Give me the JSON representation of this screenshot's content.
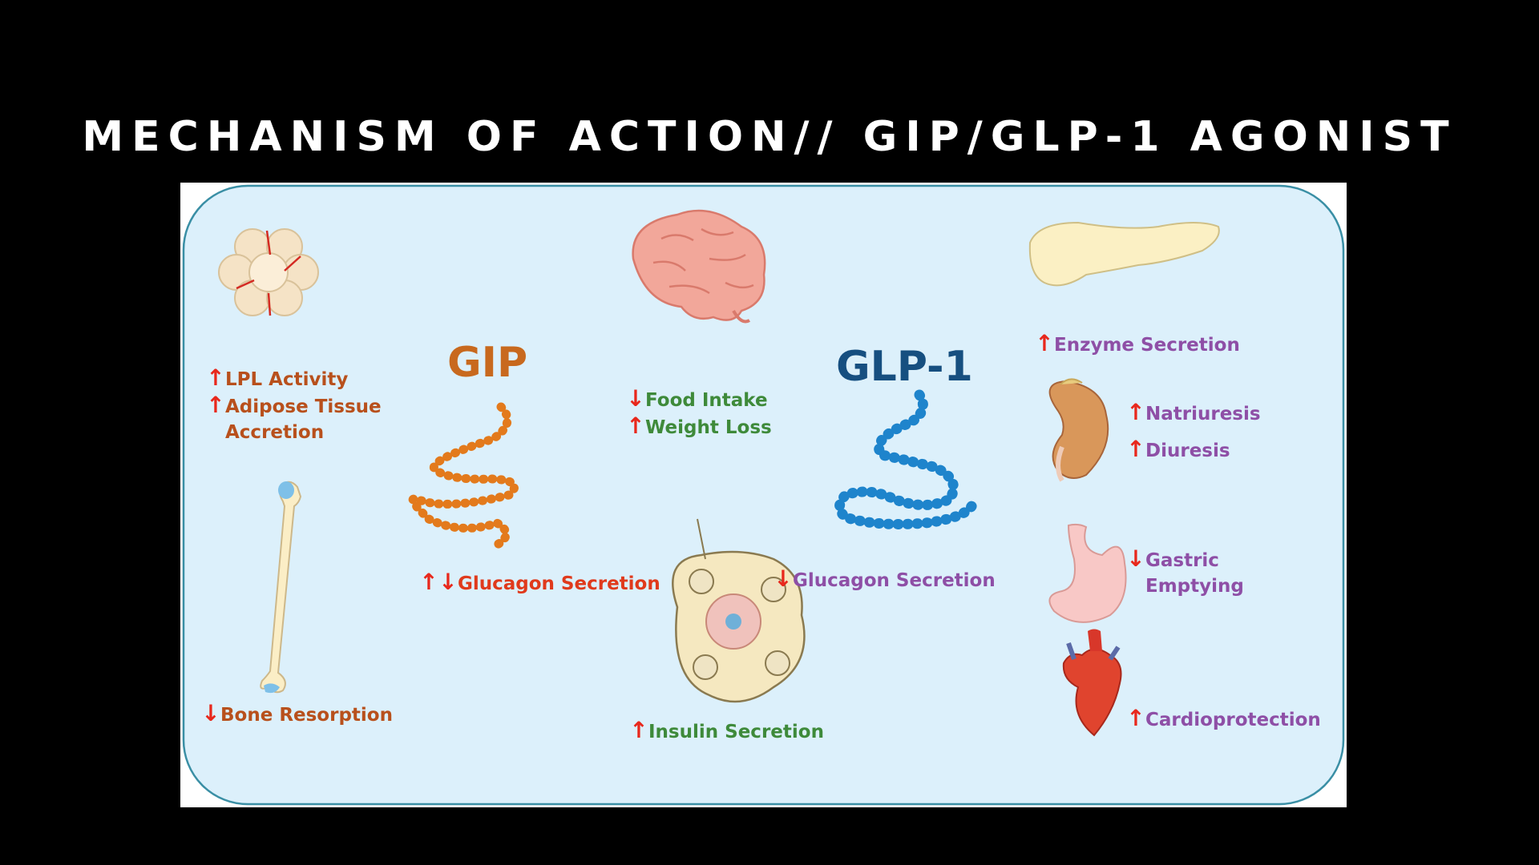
{
  "title": "MECHANISM OF ACTION// GIP/GLP-1 AGONIST",
  "hormones": {
    "gip": "GIP",
    "glp1": "GLP-1"
  },
  "effects": {
    "lpl": "LPL Activity",
    "adipose1": "Adipose Tissue",
    "adipose2": "Accretion",
    "bone": "Bone Resorption",
    "food": "Food Intake",
    "weight": "Weight Loss",
    "glucagon_gip": "Glucagon Secretion",
    "glucagon_glp": "Glucagon Secretion",
    "insulin": "Insulin Secretion",
    "enzyme": "Enzyme Secretion",
    "natriuresis": "Natriuresis",
    "diuresis": "Diuresis",
    "gastric1": "Gastric",
    "gastric2": "Emptying",
    "cardio": "Cardioprotection"
  },
  "arrows": {
    "up": "↑",
    "down": "↓"
  },
  "colors": {
    "gip_chain": "#e37a1c",
    "glp_chain": "#1e84cc",
    "panel_bg": "#dcf0fb",
    "panel_border": "#3a8fa5",
    "arrow": "#e8281c"
  },
  "icons": [
    "adipose-icon",
    "bone-icon",
    "brain-icon",
    "gip-peptide-icon",
    "glp1-peptide-icon",
    "islet-icon",
    "pancreas-icon",
    "kidney-icon",
    "stomach-icon",
    "heart-icon"
  ]
}
